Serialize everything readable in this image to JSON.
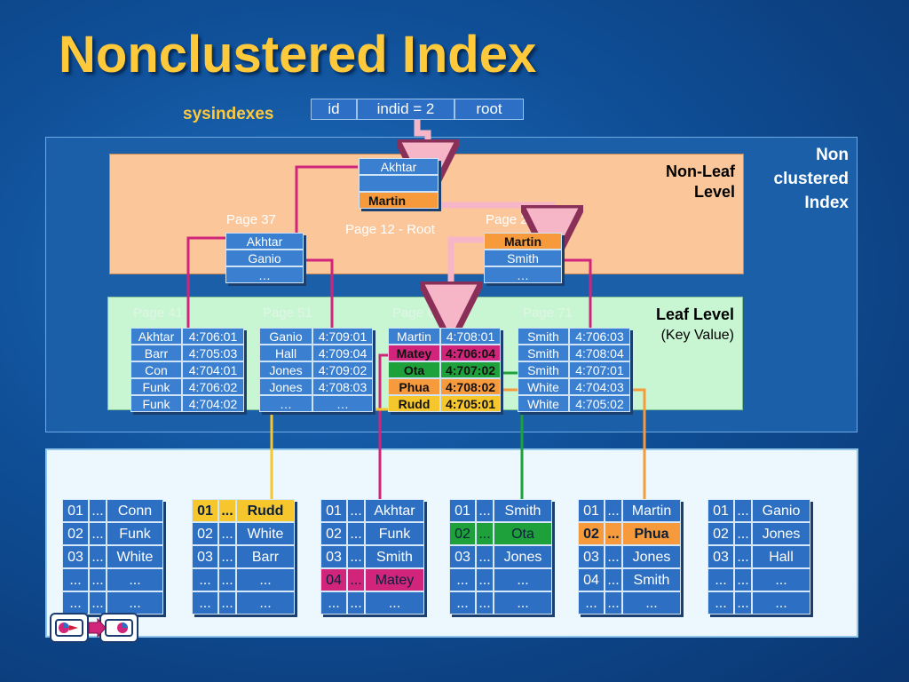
{
  "title": "Nonclustered Index",
  "sysindexes": {
    "label": "sysindexes",
    "columns": [
      "id",
      "indid = 2",
      "root"
    ]
  },
  "regions": {
    "nonclustered": [
      "Non",
      "clustered",
      "Index"
    ],
    "nonleaf": [
      "Non-Leaf",
      "Level"
    ],
    "leaf_title": "Leaf Level",
    "leaf_sub": "(Key Value)"
  },
  "pages": {
    "root": {
      "label": "Page 12 - Root",
      "rows": [
        [
          "Akhtar"
        ],
        [
          "Martin"
        ]
      ]
    },
    "p37": {
      "label": "Page 37",
      "rows": [
        [
          "Akhtar"
        ],
        [
          "Ganio"
        ],
        [
          "…"
        ]
      ]
    },
    "p28": {
      "label": "Page 28",
      "rows": [
        [
          "Martin"
        ],
        [
          "Smith"
        ],
        [
          "…"
        ]
      ]
    },
    "p41": {
      "label": "Page 41",
      "rows": [
        [
          "Akhtar",
          "4:706:01"
        ],
        [
          "Barr",
          "4:705:03"
        ],
        [
          "Con",
          "4:704:01"
        ],
        [
          "Funk",
          "4:706:02"
        ],
        [
          "Funk",
          "4:704:02"
        ]
      ]
    },
    "p51": {
      "label": "Page 51",
      "rows": [
        [
          "Ganio",
          "4:709:01"
        ],
        [
          "Hall",
          "4:709:04"
        ],
        [
          "Jones",
          "4:709:02"
        ],
        [
          "Jones",
          "4:708:03"
        ],
        [
          "…",
          "…"
        ]
      ]
    },
    "p61": {
      "label": "Page 61",
      "rows": [
        [
          "Martin",
          "4:708:01"
        ],
        [
          "Matey",
          "4:706:04"
        ],
        [
          "Ota",
          "4:707:02"
        ],
        [
          "Phua",
          "4:708:02"
        ],
        [
          "Rudd",
          "4:705:01"
        ]
      ]
    },
    "p71": {
      "label": "Page 71",
      "rows": [
        [
          "Smith",
          "4:706:03"
        ],
        [
          "Smith",
          "4:708:04"
        ],
        [
          "Smith",
          "4:707:01"
        ],
        [
          "White",
          "4:704:03"
        ],
        [
          "White",
          "4:705:02"
        ]
      ]
    }
  },
  "tables": [
    {
      "rows": [
        [
          "01",
          "...",
          "Conn"
        ],
        [
          "02",
          "...",
          "Funk"
        ],
        [
          "03",
          "...",
          "White"
        ],
        [
          "...",
          "...",
          "..."
        ],
        [
          "...",
          "...",
          "..."
        ]
      ]
    },
    {
      "rows": [
        [
          "01",
          "...",
          "Rudd"
        ],
        [
          "02",
          "...",
          "White"
        ],
        [
          "03",
          "...",
          "Barr"
        ],
        [
          "...",
          "...",
          "..."
        ],
        [
          "...",
          "...",
          "..."
        ]
      ]
    },
    {
      "rows": [
        [
          "01",
          "...",
          "Akhtar"
        ],
        [
          "02",
          "...",
          "Funk"
        ],
        [
          "03",
          "...",
          "Smith"
        ],
        [
          "04",
          "...",
          "Matey"
        ],
        [
          "...",
          "...",
          "..."
        ]
      ]
    },
    {
      "rows": [
        [
          "01",
          "...",
          "Smith"
        ],
        [
          "02",
          "...",
          "Ota"
        ],
        [
          "03",
          "...",
          "Jones"
        ],
        [
          "...",
          "...",
          "..."
        ],
        [
          "...",
          "...",
          "..."
        ]
      ]
    },
    {
      "rows": [
        [
          "01",
          "...",
          "Martin"
        ],
        [
          "02",
          "...",
          "Phua"
        ],
        [
          "03",
          "...",
          "Jones"
        ],
        [
          "04",
          "...",
          "Smith"
        ],
        [
          "...",
          "...",
          "..."
        ]
      ]
    },
    {
      "rows": [
        [
          "01",
          "...",
          "Ganio"
        ],
        [
          "02",
          "...",
          "Jones"
        ],
        [
          "03",
          "...",
          "Hall"
        ],
        [
          "...",
          "...",
          "..."
        ],
        [
          "...",
          "...",
          "..."
        ]
      ]
    }
  ],
  "colors": {
    "orange": "#f79a3c",
    "magenta": "#d1257c",
    "green": "#1ea13a",
    "yellow": "#f5c72c",
    "pink_arrow": "#f6b6c8"
  },
  "icons": {
    "nav_back": "back-slide-icon",
    "nav_forward": "forward-slide-icon"
  }
}
